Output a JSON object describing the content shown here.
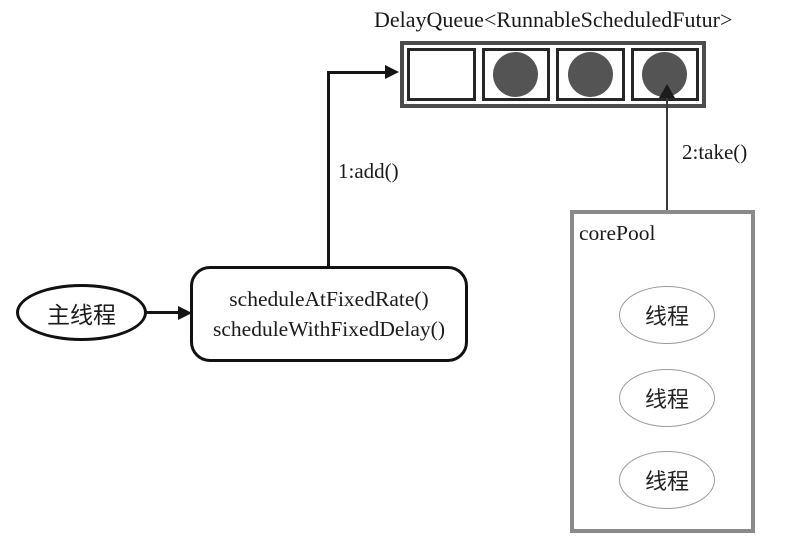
{
  "queue": {
    "title": "DelayQueue<RunnableScheduledFutur>",
    "cells": [
      "empty",
      "filled",
      "filled",
      "filled"
    ]
  },
  "labels": {
    "add": "1:add()",
    "take": "2:take()"
  },
  "main_thread": {
    "label": "主线程"
  },
  "scheduler": {
    "line1": "scheduleAtFixedRate()",
    "line2": "scheduleWithFixedDelay()"
  },
  "core_pool": {
    "label": "corePool",
    "threads": [
      "线程",
      "线程",
      "线程"
    ]
  },
  "colors": {
    "line": "#141414",
    "queue_border": "#4c4c4c",
    "cell_border": "#262626",
    "task_dot": "#545454",
    "pool_border": "#8a8a8a",
    "thread_ellipse_border": "#9a9a9a"
  }
}
